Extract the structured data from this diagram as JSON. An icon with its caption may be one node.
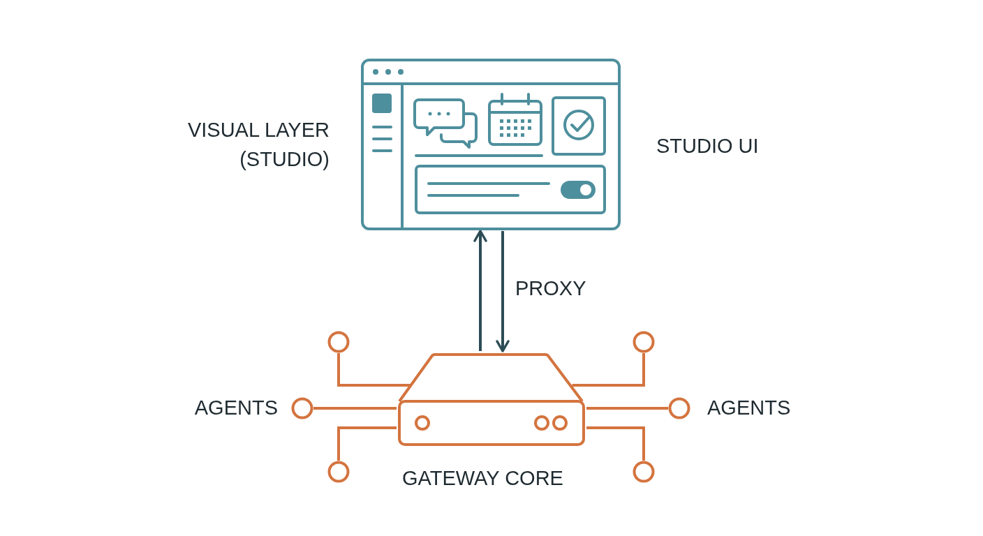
{
  "diagram": {
    "nodes": [
      {
        "text": [],
        "shape": "picture",
        "beside": [
          "VISUAL LAYER (STUDIO)",
          "STUDIO UI"
        ]
      },
      {
        "text": [],
        "shape": "box",
        "beside": [
          "GATEWAY CORE"
        ]
      },
      {
        "text": [],
        "shape": "circle",
        "beside": [
          "AGENTS"
        ]
      },
      {
        "text": [],
        "shape": "circle"
      },
      {
        "text": [],
        "shape": "circle"
      },
      {
        "text": [],
        "shape": "circle"
      },
      {
        "text": [],
        "shape": "circle"
      },
      {
        "text": [],
        "shape": "circle",
        "beside": [
          "AGENTS"
        ]
      }
    ],
    "edges": [
      {
        "from": 1,
        "to": 0,
        "arrow": "to",
        "color": "#2d4c55"
      },
      {
        "from": 0,
        "to": 1,
        "arrow": "to",
        "label": "PROXY",
        "color": "#2d4c55"
      },
      {
        "from": 1,
        "to": 2,
        "arrow": "none"
      },
      {
        "from": 1,
        "to": 3,
        "arrow": "none"
      },
      {
        "from": 1,
        "to": 4,
        "arrow": "none"
      },
      {
        "from": 1,
        "to": 5,
        "arrow": "none"
      },
      {
        "from": 1,
        "to": 6,
        "arrow": "none"
      },
      {
        "from": 1,
        "to": 7,
        "arrow": "none"
      }
    ]
  }
}
